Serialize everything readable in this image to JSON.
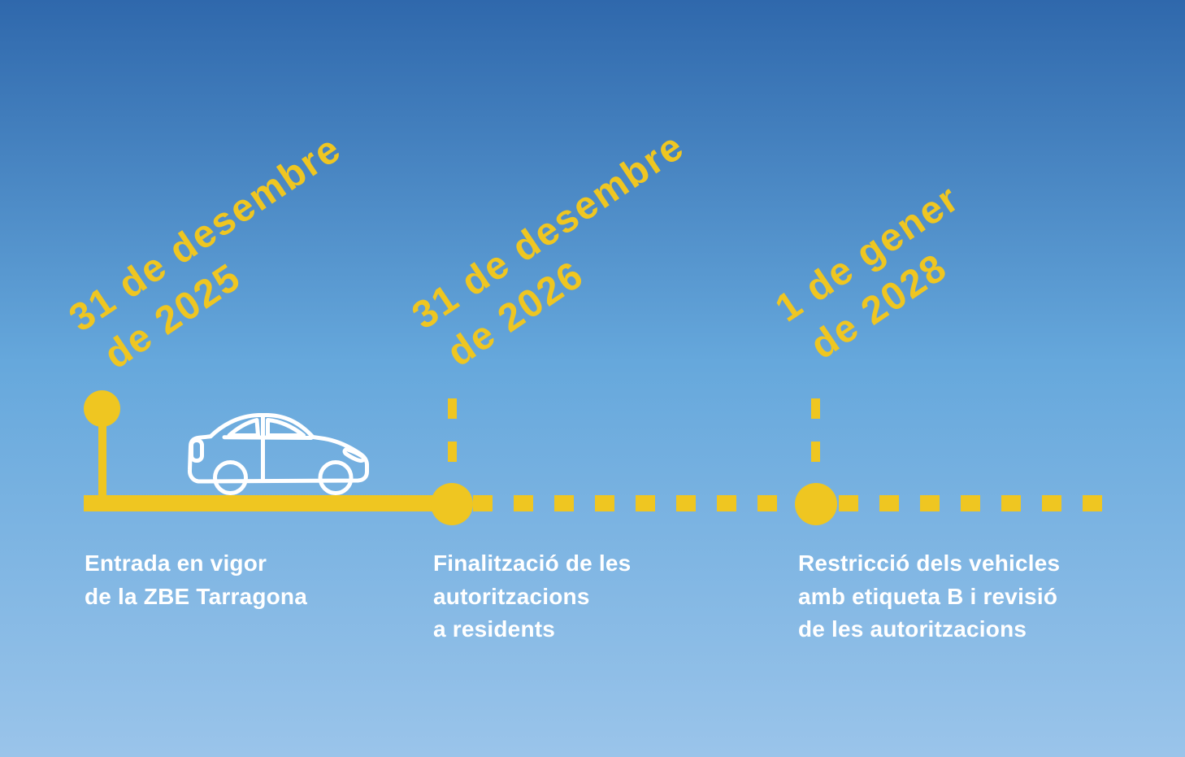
{
  "colors": {
    "background_top": "#2F68AC",
    "background_mid": "#66A8DC",
    "background_bottom": "#9AC4EA",
    "accent_yellow": "#EFC621",
    "caption_white": "#FFFFFF",
    "car_stroke": "#FFFFFF"
  },
  "icons": {
    "car": "car-side-outline-icon"
  },
  "milestones": [
    {
      "date_line1": "31 de desembre",
      "date_line2": "de 2025",
      "caption_lines": [
        "Entrada en vigor",
        "de la ZBE Tarragona"
      ]
    },
    {
      "date_line1": "31 de desembre",
      "date_line2": "de 2026",
      "caption_lines": [
        "Finalització de les",
        "autoritzacions",
        "a residents"
      ]
    },
    {
      "date_line1": "1 de gener",
      "date_line2": "de 2028",
      "caption_lines": [
        "Restricció dels vehicles",
        "amb etiqueta B i revisió",
        "de les autoritzacions"
      ]
    }
  ]
}
